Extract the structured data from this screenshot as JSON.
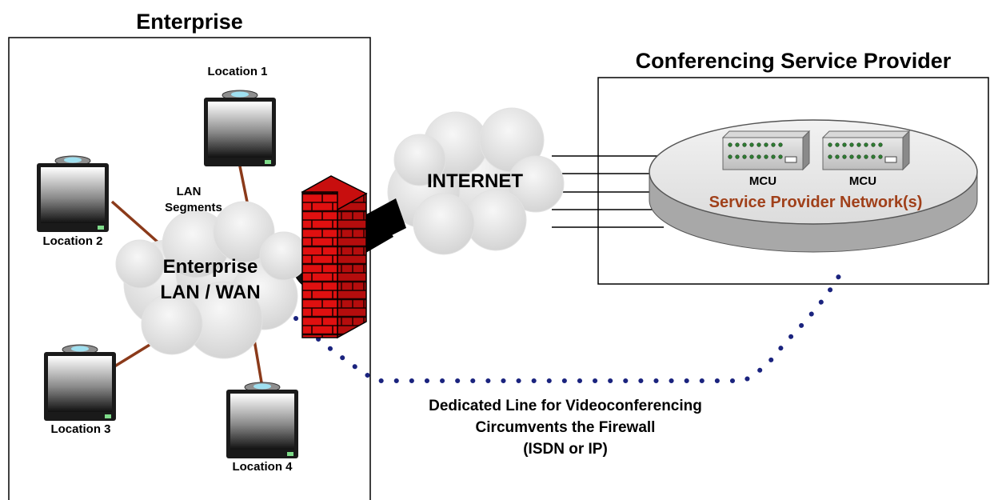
{
  "enterprise": {
    "title": "Enterprise",
    "locations": [
      "Location 1",
      "Location 2",
      "Location 3",
      "Location 4"
    ],
    "lan_segments": [
      "LAN",
      "Segments"
    ],
    "cloud_label": [
      "Enterprise",
      "LAN / WAN"
    ]
  },
  "internet": {
    "label": "INTERNET"
  },
  "provider": {
    "title": "Conferencing Service Provider",
    "mcu_labels": [
      "MCU",
      "MCU"
    ],
    "network_label": "Service Provider Network(s)"
  },
  "dedicated_line": {
    "lines": [
      "Dedicated Line for Videoconferencing",
      "Circumvents the Firewall",
      "(ISDN or IP)"
    ]
  },
  "colors": {
    "link": "#8b3a1a",
    "dotted": "#1a237e",
    "network_label": "#a0401a",
    "firewall": "#e01010"
  }
}
